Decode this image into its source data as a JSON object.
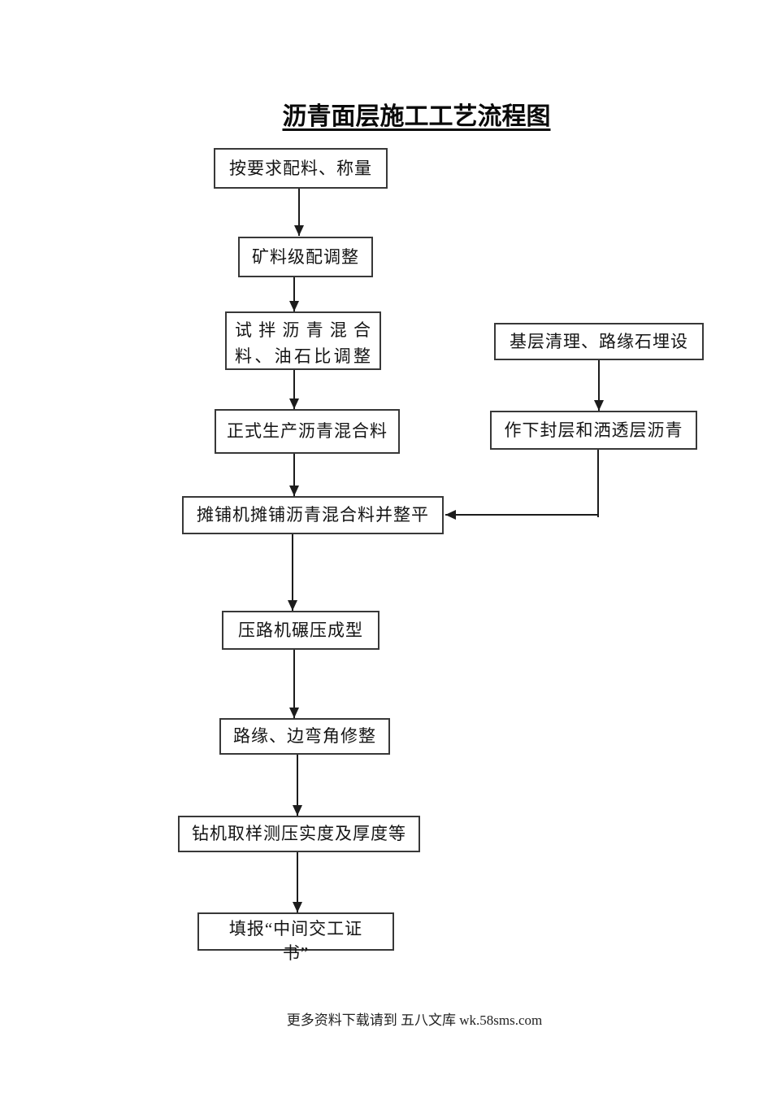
{
  "page": {
    "title": "沥青面层施工工艺流程图",
    "footer_text": "更多资料下载请到 五八文库 wk.58sms.com"
  },
  "flowchart": {
    "main_nodes": [
      {
        "label": "按要求配料、称量"
      },
      {
        "label": "矿料级配调整"
      },
      {
        "label": "试拌沥青混合\n料、油石比调整"
      },
      {
        "label": "正式生产沥青混合料"
      },
      {
        "label": "摊铺机摊铺沥青混合料并整平"
      },
      {
        "label": "压路机碾压成型"
      },
      {
        "label": "路缘、边弯角修整"
      },
      {
        "label": "钻机取样测压实度及厚度等"
      },
      {
        "label": "填报“中间交工证\n书”"
      }
    ],
    "side_nodes": [
      {
        "label": "基层清理、路缘石埋设"
      },
      {
        "label": "作下封层和洒透层沥青"
      }
    ],
    "line_color": "#1c1c1c",
    "box_border_color": "#383838"
  }
}
